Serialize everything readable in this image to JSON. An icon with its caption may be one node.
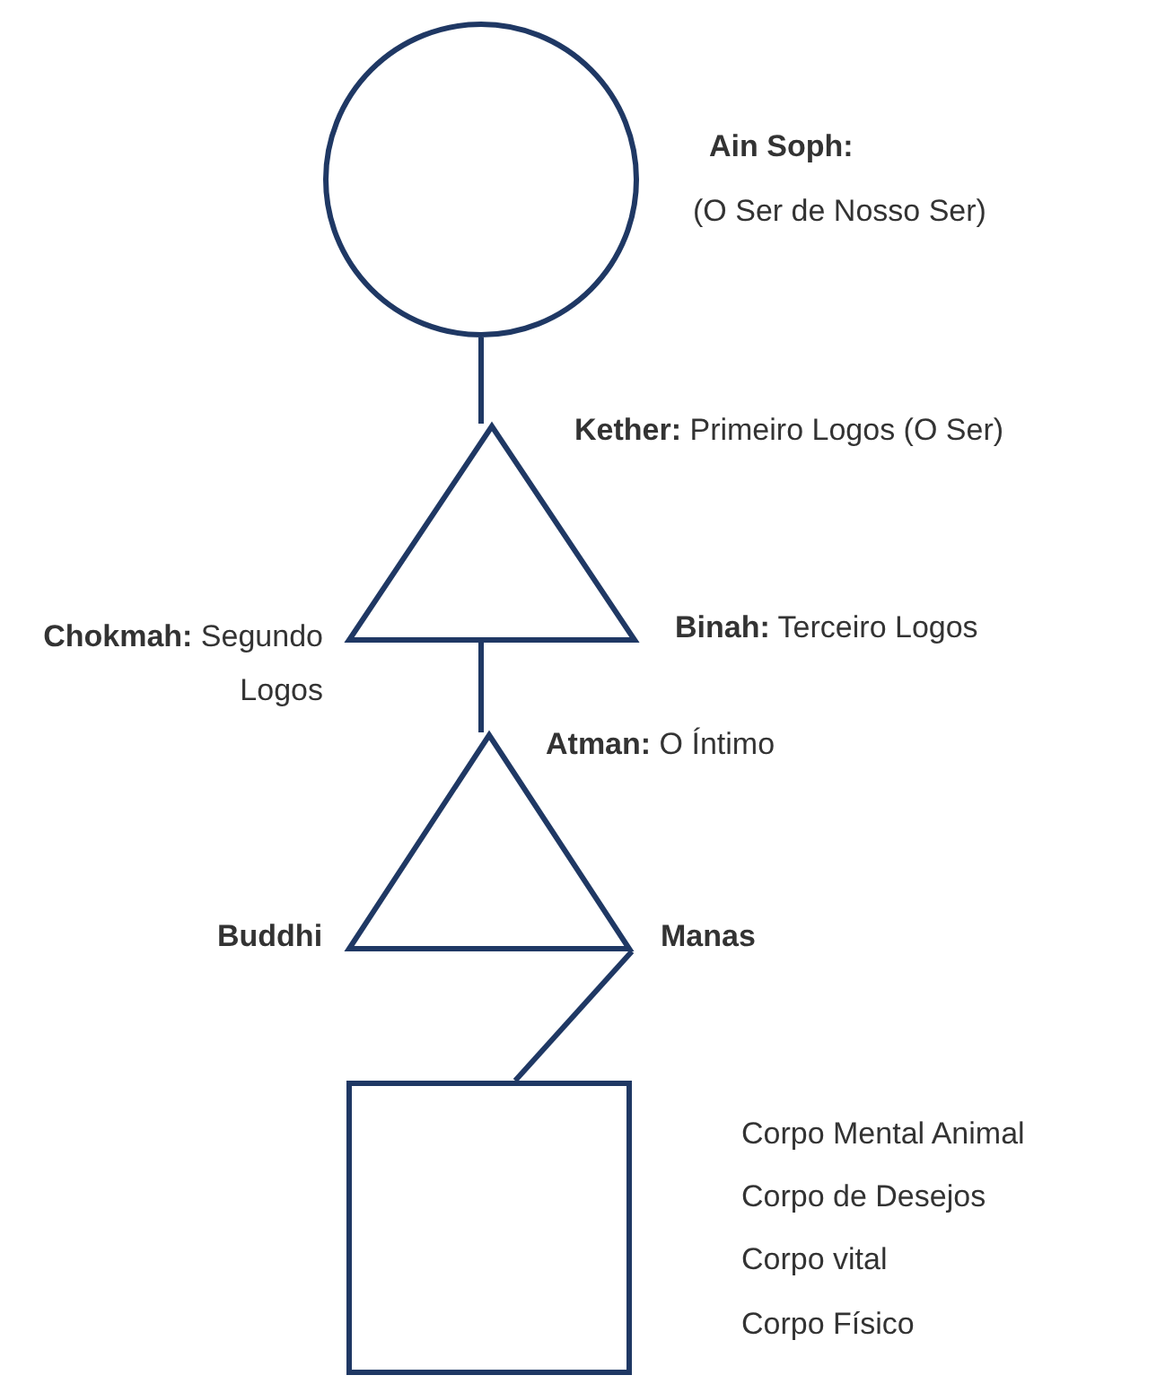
{
  "diagram": {
    "nodes": [
      {
        "text": [],
        "shape": "circle",
        "beside": [
          "Ain Soph:",
          "(O Ser de Nosso Ser)"
        ]
      },
      {
        "text": [],
        "shape": "triangle",
        "beside": [
          "**Kether:** Primeiro Logos (O Ser)",
          "**Chokmah:** Segundo Logos",
          "**Binah:** Terceiro Logos"
        ]
      },
      {
        "text": [],
        "shape": "triangle",
        "beside": [
          "**Atman:** O Íntimo",
          "Buddhi",
          "Manas"
        ]
      },
      {
        "text": [],
        "shape": "box",
        "beside": [
          "Corpo Mental Animal",
          "Corpo de Desejos",
          "Corpo vital",
          "Corpo Físico"
        ]
      }
    ],
    "edges": [
      {
        "from": 0,
        "to": 1,
        "arrow": "none"
      },
      {
        "from": 1,
        "to": 2,
        "arrow": "none"
      },
      {
        "from": 2,
        "to": 3,
        "arrow": "none"
      }
    ]
  }
}
